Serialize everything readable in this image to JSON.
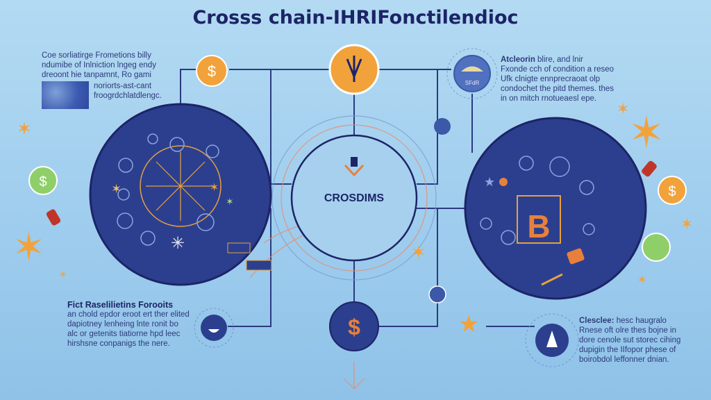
{
  "title": "Crosss chain-IHRIFonctilendioc",
  "center_label": "CROSDIMS",
  "top_left": {
    "lines": [
      "Coe sorliatirge Frometions billy",
      "ndumibe of Inlniction lngeg endy",
      "dreoont hie tanpamnt, Ro gami"
    ],
    "side_lines": [
      "noriorts-ast-cant",
      "froogrdchlatdlengc."
    ]
  },
  "top_right": {
    "heading": "Atcleorin",
    "heading_rest": " blire, and lnir",
    "lines": [
      "Fxonde cch of condition a reseo",
      "Ufk clnigte ennprecraoat olp",
      "condochet the pitd themes. thes",
      "in on mitch rnotueaesl epe."
    ],
    "icon_label": "SFdR"
  },
  "bottom_left": {
    "heading": "Fict Raselilietins Forooits",
    "lines": [
      "an chold epdor eroot ert ther elited",
      "dapiotney lenheing lnte ronit bo",
      "alc or getenits tiatiorne hpd leec",
      "hirshsne conpanigs the nere."
    ]
  },
  "bottom_right": {
    "heading": "Clesclee:",
    "heading_rest": " hesc haugralo",
    "lines": [
      "Rnese oft olre thes bojne in",
      "dore cenole sut storec cihing",
      "dupigin the IIfopor phese of",
      "boirobdol leffonner dnian."
    ]
  },
  "symbols": {
    "dollar": "$",
    "bitcoin": "B"
  },
  "colors": {
    "navy": "#2b3f8e",
    "orange": "#f0a038",
    "dark": "#1c2466",
    "green": "#8fcf6a"
  }
}
